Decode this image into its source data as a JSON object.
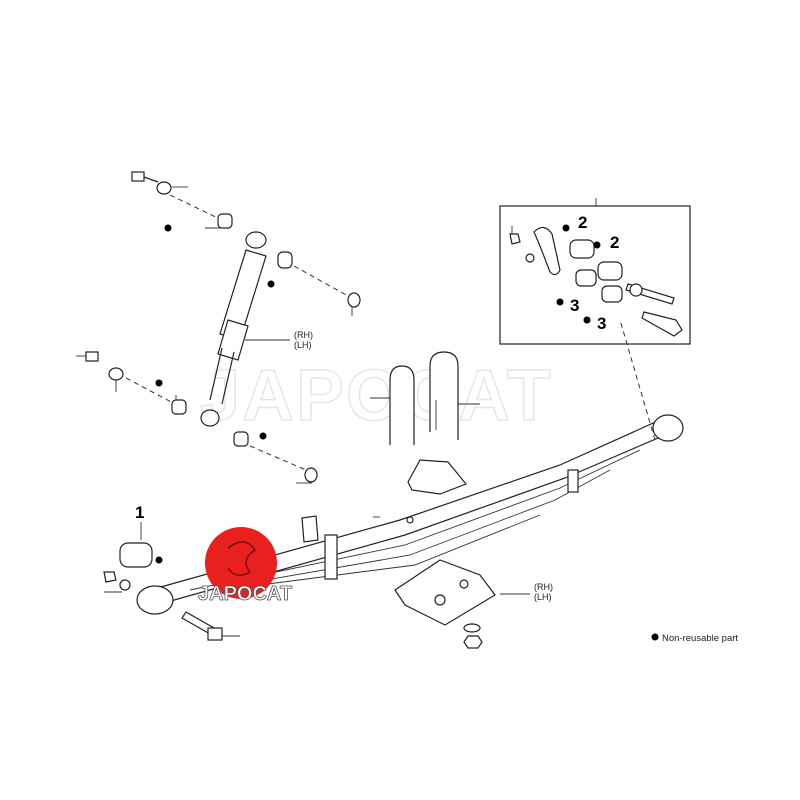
{
  "diagram": {
    "watermark": "JAPOCAT",
    "logo": {
      "text": "JAPOCAT",
      "color": "#e8201e"
    },
    "callouts": {
      "bushing_front": "1",
      "inset_upper_left": "2",
      "inset_upper_right": "2",
      "inset_lower_left": "3",
      "inset_lower_right": "3"
    },
    "labels": {
      "shock_rh": "(RH)",
      "shock_lh": "(LH)",
      "seat_rh": "(RH)",
      "seat_lh": "(LH)"
    },
    "legend": {
      "symbol": "●",
      "text": "Non-reusable part"
    }
  }
}
